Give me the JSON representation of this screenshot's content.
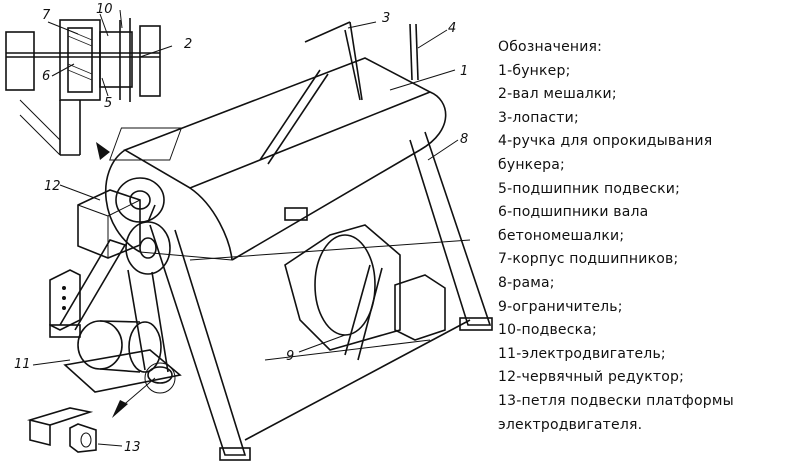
{
  "legend": {
    "title": "Обозначения:",
    "items": [
      "1-бункер;",
      "2-вал мешалки;",
      "3-лопасти;",
      "4-ручка для опрокидывания",
      "бункера;",
      "5-подшипник подвески;",
      "6-подшипники вала",
      "бетономешалки;",
      "7-корпус подшипников;",
      "8-рама;",
      "9-ограничитель;",
      "10-подвеска;",
      "11-электродвигатель;",
      "12-червячный редуктор;",
      "13-петля подвески платформы",
      "электродвигателя."
    ]
  },
  "callouts": {
    "c1": "1",
    "c2": "2",
    "c3": "3",
    "c4": "4",
    "c5": "5",
    "c6": "6",
    "c7": "7",
    "c8": "8",
    "c9": "9",
    "c10": "10",
    "c11": "11",
    "c12": "12",
    "c13": "13"
  }
}
